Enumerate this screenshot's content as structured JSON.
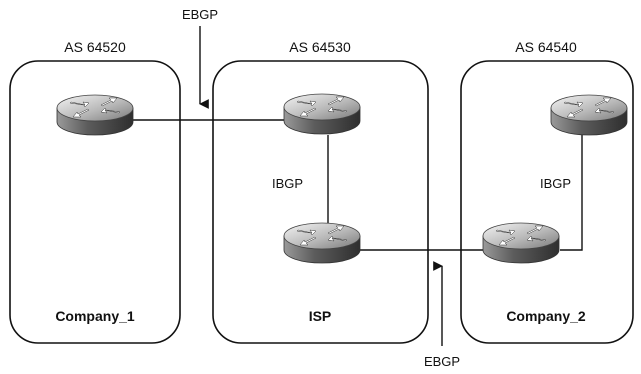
{
  "as_boxes": [
    {
      "as_label": "AS 64520",
      "name": "Company_1"
    },
    {
      "as_label": "AS 64530",
      "name": "ISP"
    },
    {
      "as_label": "AS 64540",
      "name": "Company_2"
    }
  ],
  "link_labels": {
    "top_ebgp": "EBGP",
    "bottom_ebgp": "EBGP",
    "isp_ibgp": "IBGP",
    "company2_ibgp": "IBGP"
  },
  "icons": {
    "router": "router-icon"
  },
  "colors": {
    "router_body_dark": "#5a5a5a",
    "router_body_light": "#d8d8d8",
    "line": "#111111"
  }
}
